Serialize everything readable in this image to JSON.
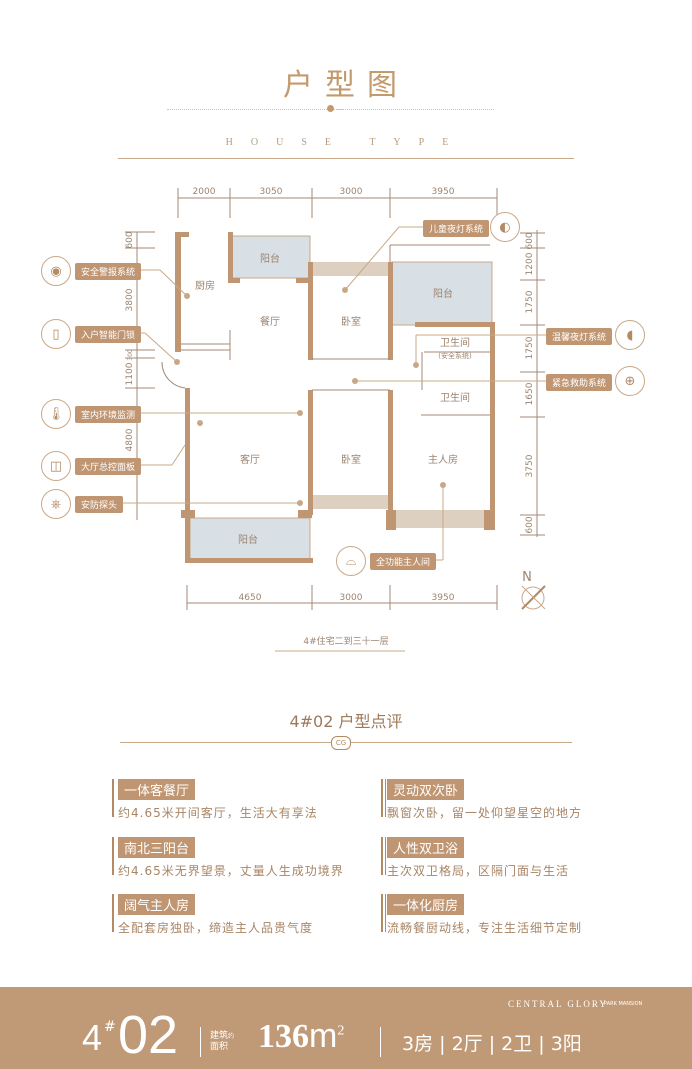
{
  "header": {
    "title": "户型图",
    "subtitle": "HOUSE TYPE"
  },
  "plan": {
    "top_dims": [
      "2000",
      "3050",
      "3000",
      "3950"
    ],
    "bottom_dims": [
      "4650",
      "3000",
      "3950"
    ],
    "left_dims": [
      "600",
      "3800",
      "300",
      "1100",
      "4800"
    ],
    "right_dims": [
      "600",
      "1200",
      "1750",
      "1750",
      "1650",
      "3750",
      "600"
    ],
    "rooms": {
      "balcony_small": "阳台",
      "kitchen": "厨房",
      "dining": "餐厅",
      "bedroom1": "卧室",
      "balcony_right": "阳台",
      "bath1": "卫生间",
      "bath1_note": "(安全系统)",
      "bath2": "卫生间",
      "living": "客厅",
      "bedroom2": "卧室",
      "master": "主人房",
      "balcony_bottom": "阳台"
    },
    "callouts": {
      "alarm": "安全警报系统",
      "lock": "入户智能门锁",
      "env": "室内环境监测",
      "panel": "大厅总控面板",
      "camera": "安防探头",
      "child_light": "儿童夜灯系统",
      "warm_light": "温馨夜灯系统",
      "emergency": "紧急救助系统",
      "master": "全功能主人间"
    },
    "compass": "N",
    "floor_note": "4#住宅二到三十一层"
  },
  "review": {
    "title": "4#02  户型点评",
    "badge": "CG",
    "items": [
      {
        "h": "一体客餐厅",
        "d": "约4.65米开间客厅，生活大有享法"
      },
      {
        "h": "灵动双次卧",
        "d": "飘窗次卧，留一处仰望星空的地方"
      },
      {
        "h": "南北三阳台",
        "d": "约4.65米无界望景，丈量人生成功境界"
      },
      {
        "h": "人性双卫浴",
        "d": "主次双卫格局，区隔门面与生活"
      },
      {
        "h": "阔气主人房",
        "d": "全配套房独卧，缔造主人品贵气度"
      },
      {
        "h": "一体化厨房",
        "d": "流畅餐厨动线，专注生活细节定制"
      }
    ]
  },
  "footer": {
    "unit_no": "4",
    "hash": "#",
    "unit": "02",
    "area_label1": "建筑",
    "area_label2": "面积",
    "area_note": "约",
    "area": "136",
    "unit_m": "m",
    "sup": "2",
    "layout": "3房 | 2厅 | 2卫 | 3阳",
    "brand": "CENTRAL GLORY",
    "brand_sub": "PARK MANSION"
  },
  "colors": {
    "accent": "#c09672",
    "wall": "#c09672",
    "balcony": "#d8e0e6"
  }
}
